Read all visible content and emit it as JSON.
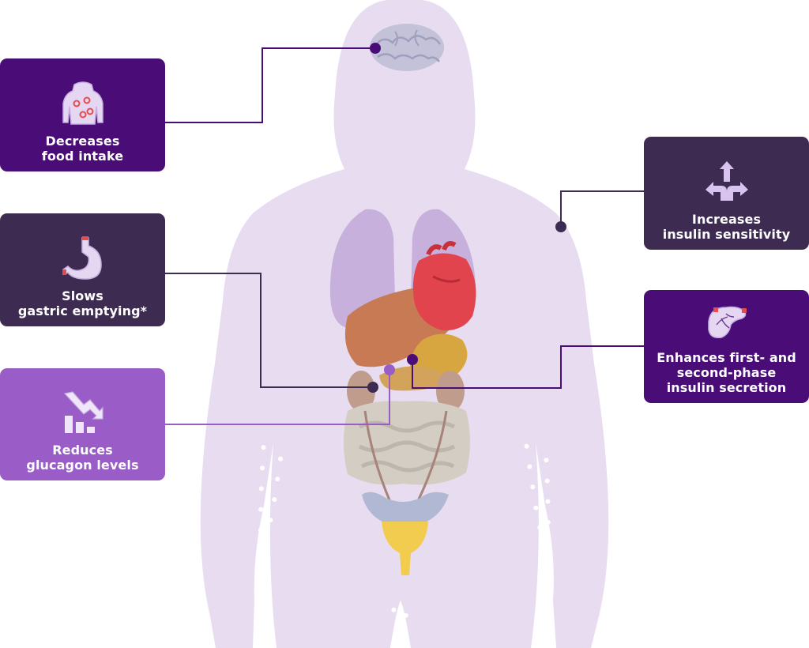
{
  "colors": {
    "body": "#e7dcf0",
    "dots": "#ffffff",
    "deep_purple": "#4a0d78",
    "dark_slate": "#3d2b52",
    "light_purple": "#9a5cc6",
    "connector_dark": "#3d2b52",
    "connector_light": "#9a5cc6"
  },
  "callouts": {
    "food_intake": {
      "lines": [
        "Decreases",
        "food intake"
      ],
      "icon": "body-torso-icon",
      "bg": "#4a0d78"
    },
    "gastric_emptying": {
      "lines": [
        "Slows",
        "gastric emptying*"
      ],
      "icon": "stomach-icon",
      "bg": "#3d2b52"
    },
    "glucagon": {
      "lines": [
        "Reduces",
        "glucagon levels"
      ],
      "icon": "decreasing-bar-chart-icon",
      "bg": "#9a5cc6"
    },
    "insulin_sensitivity": {
      "lines": [
        "Increases",
        "insulin sensitivity"
      ],
      "icon": "branching-arrows-icon",
      "bg": "#3d2b52"
    },
    "insulin_secretion": {
      "lines": [
        "Enhances first- and",
        "second-phase",
        "insulin secretion"
      ],
      "icon": "pancreas-icon",
      "bg": "#4a0d78"
    }
  }
}
